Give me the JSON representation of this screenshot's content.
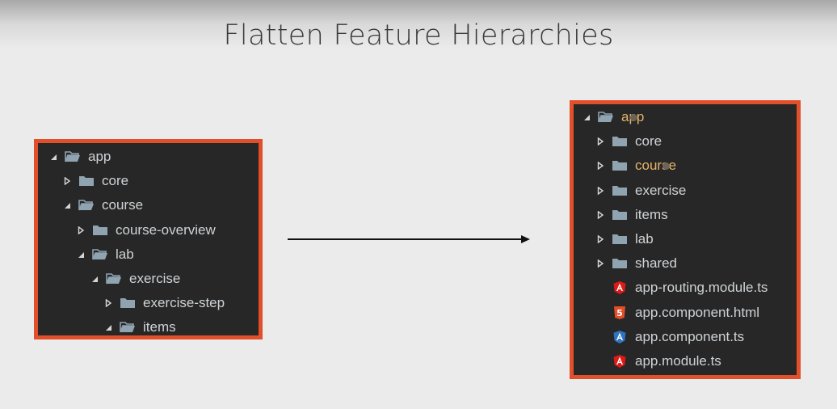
{
  "title": "Flatten Feature Hierarchies",
  "colors": {
    "panel_border": "#e14f2b",
    "panel_bg": "#272727",
    "folder": "#8fa3b0",
    "text": "#cfd3d6",
    "highlight_text": "#e5b268",
    "angular_red": "#dd1b16",
    "html5_orange": "#e44d26",
    "typescript_blue": "#2f74c0"
  },
  "before_tree": [
    {
      "label": "app",
      "depth": 0,
      "expanded": true,
      "type": "folder"
    },
    {
      "label": "core",
      "depth": 1,
      "expanded": false,
      "type": "folder"
    },
    {
      "label": "course",
      "depth": 1,
      "expanded": true,
      "type": "folder"
    },
    {
      "label": "course-overview",
      "depth": 2,
      "expanded": false,
      "type": "folder"
    },
    {
      "label": "lab",
      "depth": 2,
      "expanded": true,
      "type": "folder"
    },
    {
      "label": "exercise",
      "depth": 3,
      "expanded": true,
      "type": "folder"
    },
    {
      "label": "exercise-step",
      "depth": 4,
      "expanded": false,
      "type": "folder"
    },
    {
      "label": "items",
      "depth": 4,
      "expanded": true,
      "type": "folder"
    }
  ],
  "after_tree": [
    {
      "label": "app",
      "depth": 0,
      "expanded": true,
      "type": "folder",
      "highlight": true,
      "modified": true
    },
    {
      "label": "core",
      "depth": 1,
      "expanded": false,
      "type": "folder"
    },
    {
      "label": "course",
      "depth": 1,
      "expanded": false,
      "type": "folder",
      "highlight": true,
      "modified": true
    },
    {
      "label": "exercise",
      "depth": 1,
      "expanded": false,
      "type": "folder"
    },
    {
      "label": "items",
      "depth": 1,
      "expanded": false,
      "type": "folder"
    },
    {
      "label": "lab",
      "depth": 1,
      "expanded": false,
      "type": "folder"
    },
    {
      "label": "shared",
      "depth": 1,
      "expanded": false,
      "type": "folder"
    },
    {
      "label": "app-routing.module.ts",
      "depth": 1,
      "type": "angular-icon"
    },
    {
      "label": "app.component.html",
      "depth": 1,
      "type": "html5-icon"
    },
    {
      "label": "app.component.ts",
      "depth": 1,
      "type": "angular-ts-icon"
    },
    {
      "label": "app.module.ts",
      "depth": 1,
      "type": "angular-icon"
    }
  ]
}
